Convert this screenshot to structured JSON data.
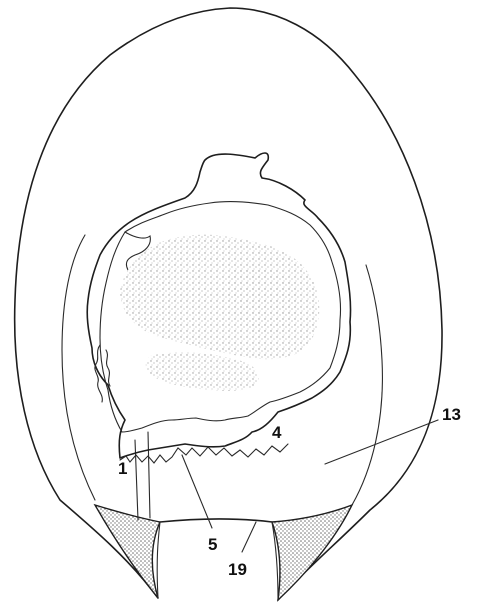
{
  "figure": {
    "labels": {
      "l1": "1",
      "l4": "4",
      "l5": "5",
      "l13": "13",
      "l19": "19"
    }
  }
}
